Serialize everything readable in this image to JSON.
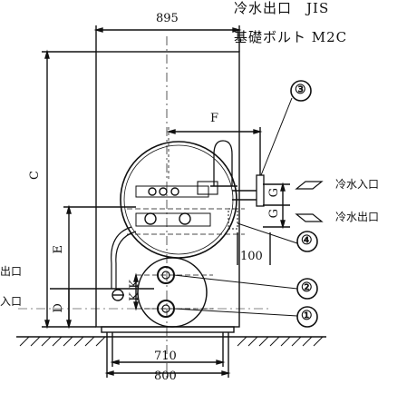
{
  "notes": {
    "line1": "冷水出口　JIS",
    "line2": "基礎ボルト M2C"
  },
  "dimensions": {
    "width_top": "895",
    "F": "F",
    "C": "C",
    "E": "E",
    "D": "D",
    "G1": "G",
    "G2": "G",
    "K1": "K",
    "K2": "K",
    "d100": "100",
    "d710": "710",
    "d800": "800"
  },
  "callouts": {
    "n1": "①",
    "n2": "②",
    "n3": "③",
    "n4": "④"
  },
  "labels": {
    "chilled_in": "冷水入口",
    "chilled_out": "冷水出口",
    "left_out": "出口",
    "left_in": "入口"
  }
}
